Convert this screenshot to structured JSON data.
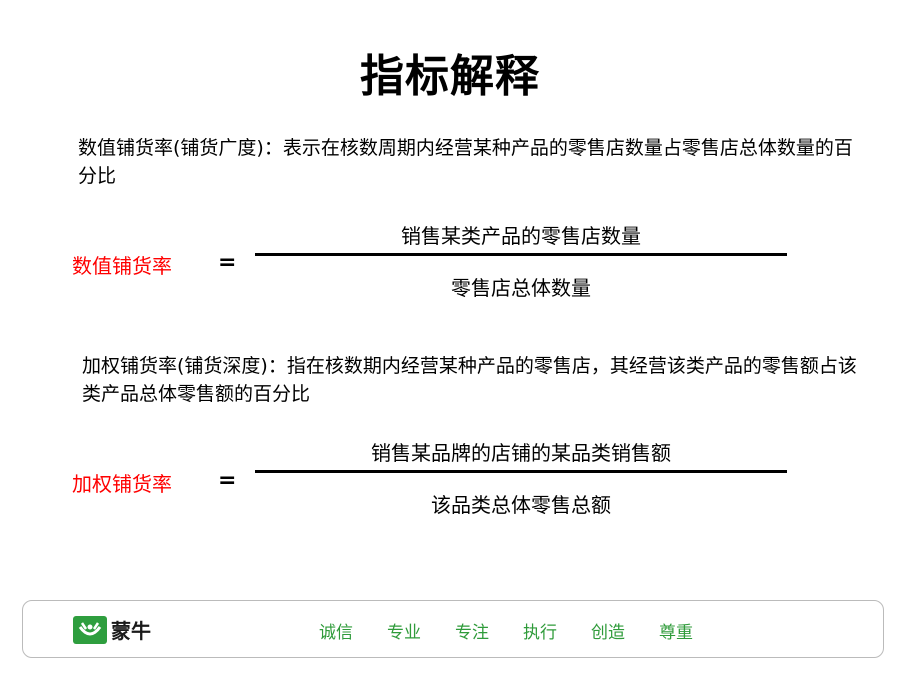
{
  "title": "指标解释",
  "numeric_distribution": {
    "definition": "数值铺货率(铺货广度)：表示在核数周期内经营某种产品的零售店数量占零售店总体数量的百分比",
    "term": "数值铺货率",
    "equals": "=",
    "numerator": "销售某类产品的零售店数量",
    "denominator": "零售店总体数量"
  },
  "weighted_distribution": {
    "definition": "加权铺货率(铺货深度)：指在核数期内经营某种产品的零售店，其经营该类产品的零售额占该类产品总体零售额的百分比",
    "term": "加权铺货率",
    "equals": "=",
    "numerator": "销售某品牌的店铺的某品类销售额",
    "denominator": "该品类总体零售总额"
  },
  "footer": {
    "logo_text": "蒙牛",
    "logo_icon": "mengniu-logo-icon",
    "brand_color": "#2e9e3e",
    "slogans": [
      "诚信",
      "专业",
      "专注",
      "执行",
      "创造",
      "尊重"
    ]
  }
}
